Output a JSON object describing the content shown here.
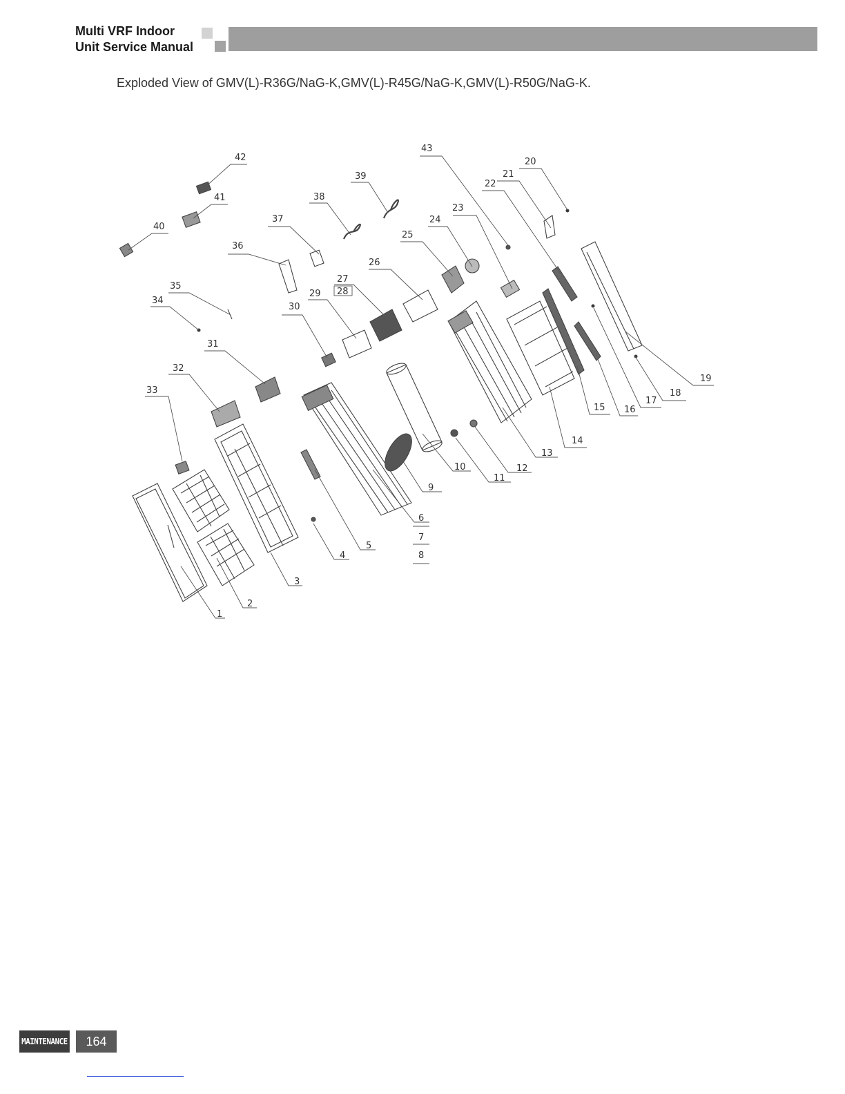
{
  "header": {
    "title_line1": "Multi VRF Indoor",
    "title_line2": "Unit Service Manual"
  },
  "document": {
    "title": "Exploded View of GMV(L)-R36G/NaG-K,GMV(L)-R45G/NaG-K,GMV(L)-R50G/NaG-K."
  },
  "diagram": {
    "part_labels": [
      "1",
      "2",
      "3",
      "4",
      "5",
      "6",
      "7",
      "8",
      "9",
      "10",
      "11",
      "12",
      "13",
      "14",
      "15",
      "16",
      "17",
      "18",
      "19",
      "20",
      "21",
      "22",
      "23",
      "24",
      "25",
      "26",
      "27",
      "28",
      "29",
      "30",
      "31",
      "32",
      "33",
      "34",
      "35",
      "36",
      "37",
      "38",
      "39",
      "40",
      "41",
      "42",
      "43"
    ]
  },
  "footer": {
    "section": "MAINTENANCE",
    "page_number": "164"
  }
}
